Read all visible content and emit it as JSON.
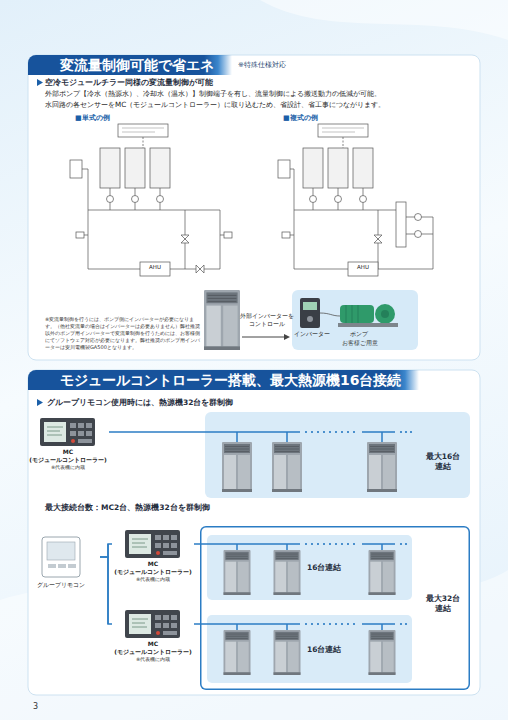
{
  "diagram": {
    "nodes": [
      {
        "text": [
          "変流量制御可能で省エネ",
          "※特殊仕様対応"
        ]
      },
      {
        "text": [
          "インバーター",
          "ポンプ",
          "お客様ご用意"
        ]
      },
      {
        "text": [
          "モジュールコントローラー搭載、最大熱源機16台接続"
        ]
      },
      {
        "text": [
          "MC (モジュールコントローラー)",
          "※代表機に内蔵"
        ]
      },
      {
        "text": [
          "最大16台 連結"
        ]
      },
      {
        "text": [
          "グループリモコン"
        ]
      },
      {
        "text": [
          "MC (モジュールコントローラー)",
          "※代表機に内蔵"
        ]
      },
      {
        "text": [
          "MC (モジュールコントローラー)",
          "※代表機に内蔵"
        ]
      },
      {
        "text": [
          "最大32台 連結"
        ]
      },
      {
        "text": [
          "16台連結"
        ],
        "in": 8
      },
      {
        "text": [
          "16台連結"
        ],
        "in": 8
      }
    ],
    "edges": [
      {
        "from": 3,
        "to": 4,
        "arrow": "none"
      },
      {
        "from": 5,
        "to": 6,
        "arrow": "none"
      },
      {
        "from": 5,
        "to": 7,
        "arrow": "none"
      },
      {
        "from": 6,
        "to": 9,
        "arrow": "none"
      },
      {
        "from": 7,
        "to": 10,
        "arrow": "none"
      }
    ],
    "labels": [
      "空冷モジュールチラー同様の変流量制御が可能",
      "外部ポンプ【冷水（熱源水）、冷却水（温水）】制御端子を有し、流量制御による搬送動力の低減が可能。",
      "水回路の各センサーをMC（モジュールコントローラー）に取り込むため、省設計、省工事につながります。",
      "■単式の例",
      "■複式の例",
      "AHU",
      "AHU",
      "※変流量制御を行うには、ポンプ側にインバーターが必要になります。（他社変流量の場合はインバーターは必要ありません）弊社推奨以外のポンプ用インバーターで変流量制御を行うためには、お客様側にてソフトウェア対応が必要になります。弊社推奨のポンプ用インバーターは安川電機製GA500となります。",
      "外部インバーターを コントロール",
      "グループリモコン使用時には、熱源機32台を群制御",
      "最大接続台数：MC2台、熱源機32台を群制御",
      "3"
    ]
  }
}
